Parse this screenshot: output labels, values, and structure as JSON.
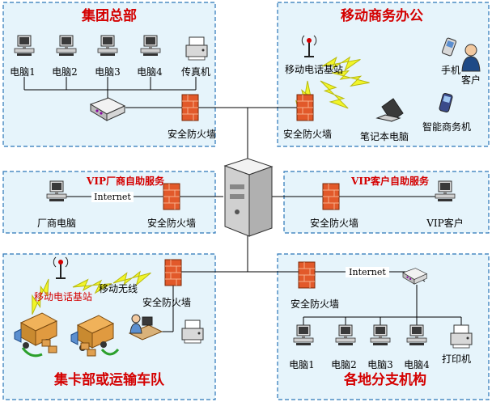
{
  "colors": {
    "panel_bg": "#e6f4fb",
    "panel_border": "#2a76b8",
    "title_red": "#d40000",
    "lightning": "#f1f52a",
    "firewall": "#e2592a"
  },
  "headquarters": {
    "title": "集团总部",
    "pc1": "电脑1",
    "pc2": "电脑2",
    "pc3": "电脑3",
    "pc4": "电脑4",
    "fax": "传真机",
    "firewall": "安全防火墙"
  },
  "mobile_office": {
    "title": "移动商务办公",
    "base_station": "移动电话基站",
    "phone": "手机",
    "customer": "客户",
    "smart_phone": "智能商务机",
    "laptop": "笔记本电脑",
    "firewall": "安全防火墙"
  },
  "vendor": {
    "title": "VIP厂商自助服务",
    "internet": "Internet",
    "pc": "厂商电脑",
    "firewall": "安全防火墙"
  },
  "customer": {
    "title": "VIP客户自助服务",
    "firewall": "安全防火墙",
    "pc": "VIP客户"
  },
  "fleet": {
    "title": "集卡部或运输车队",
    "base_station": "移动电话基站",
    "wireless": "移动无线",
    "firewall": "安全防火墙"
  },
  "branches": {
    "title": "各地分支机构",
    "internet": "Internet",
    "firewall": "安全防火墙",
    "pc1": "电脑1",
    "pc2": "电脑2",
    "pc3": "电脑3",
    "pc4": "电脑4",
    "printer": "打印机"
  }
}
